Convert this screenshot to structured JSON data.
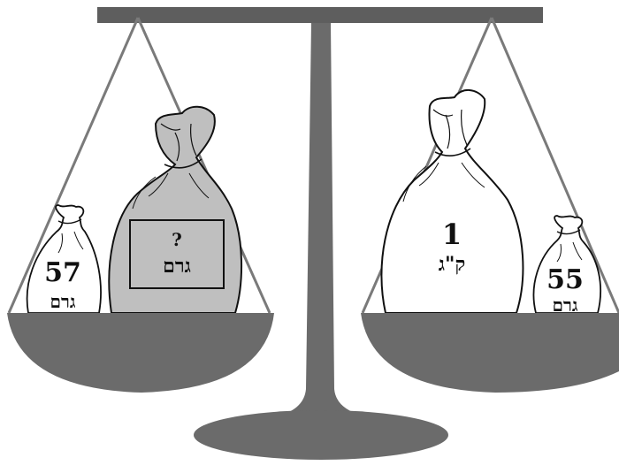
{
  "left_pan": {
    "small_bag": {
      "number": "57",
      "unit": "גרם"
    },
    "big_bag": {
      "number": "?",
      "unit": "גרם"
    }
  },
  "right_pan": {
    "big_bag": {
      "number": "1",
      "unit": "ק\"ג"
    },
    "small_bag": {
      "number": "55",
      "unit": "גרם"
    }
  },
  "colors": {
    "scale_gray": "#6b6b6b",
    "beam_gray": "#5e5e5e",
    "bag_gray": "#bfbfbf",
    "bag_white": "#ffffff",
    "outline": "#111111"
  }
}
